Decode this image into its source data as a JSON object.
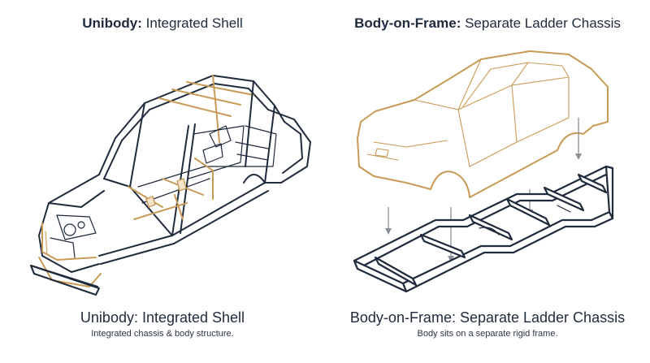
{
  "left": {
    "header_bold": "Unibody:",
    "header_rest": " Integrated Shell",
    "title": "Unibody: Integrated Shell",
    "caption": "Integrated chassis & body structure."
  },
  "right": {
    "header_bold": "Body-on-Frame:",
    "header_rest": " Separate Ladder Chassis",
    "title": "Body-on-Frame: Separate Ladder Chassis",
    "caption": "Body sits on a separate rigid frame."
  },
  "colors": {
    "ink": "#1f2a3c",
    "accent": "#c99a56",
    "arrow": "#8a8f98"
  }
}
